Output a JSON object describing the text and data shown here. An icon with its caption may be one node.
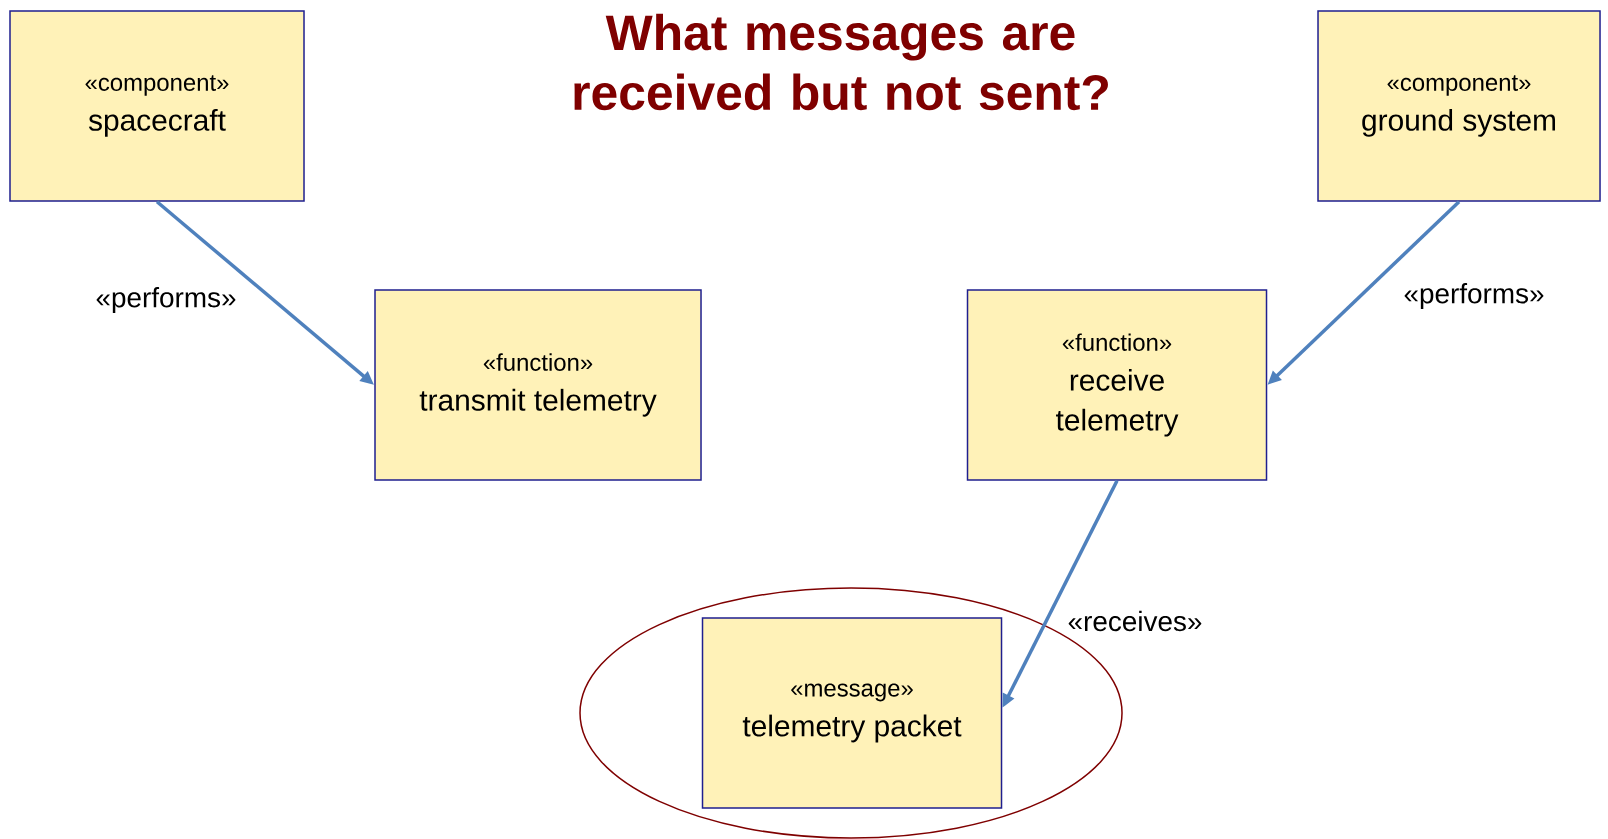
{
  "diagram": {
    "title": "What messages are received but not sent?",
    "nodes": [
      {
        "text": [
          "«component»",
          "spacecraft"
        ]
      },
      {
        "text": [
          "«component»",
          "ground system"
        ]
      },
      {
        "text": [
          "«function»",
          "transmit telemetry"
        ]
      },
      {
        "text": [
          "«function»",
          "receive telemetry"
        ]
      },
      {
        "text": [
          "«message»",
          "telemetry packet"
        ]
      }
    ],
    "edges": [
      {
        "from": 0,
        "to": 2,
        "arrow": "to",
        "label": "«performs»"
      },
      {
        "from": 1,
        "to": 3,
        "arrow": "to",
        "label": "«performs»"
      },
      {
        "from": 3,
        "to": 4,
        "arrow": "to",
        "label": "«receives»"
      }
    ]
  }
}
